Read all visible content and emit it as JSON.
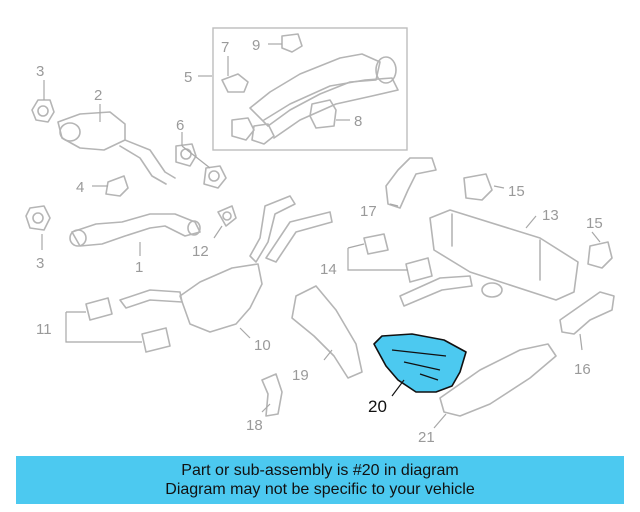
{
  "diagram": {
    "labels": {
      "p1": "1",
      "p2": "2",
      "p3a": "3",
      "p3b": "3",
      "p4": "4",
      "p5": "5",
      "p6": "6",
      "p7": "7",
      "p8": "8",
      "p9": "9",
      "p10": "10",
      "p11": "11",
      "p12": "12",
      "p13": "13",
      "p14": "14",
      "p15a": "15",
      "p15b": "15",
      "p16": "16",
      "p17": "17",
      "p18": "18",
      "p19": "19",
      "p20": "20",
      "p21": "21"
    },
    "highlight_color": "#4cc9f0"
  },
  "banner": {
    "line1": "Part or sub-assembly is #20 in diagram",
    "line2": "Diagram may not be specific to your vehicle",
    "color": "#4cc9f0"
  }
}
